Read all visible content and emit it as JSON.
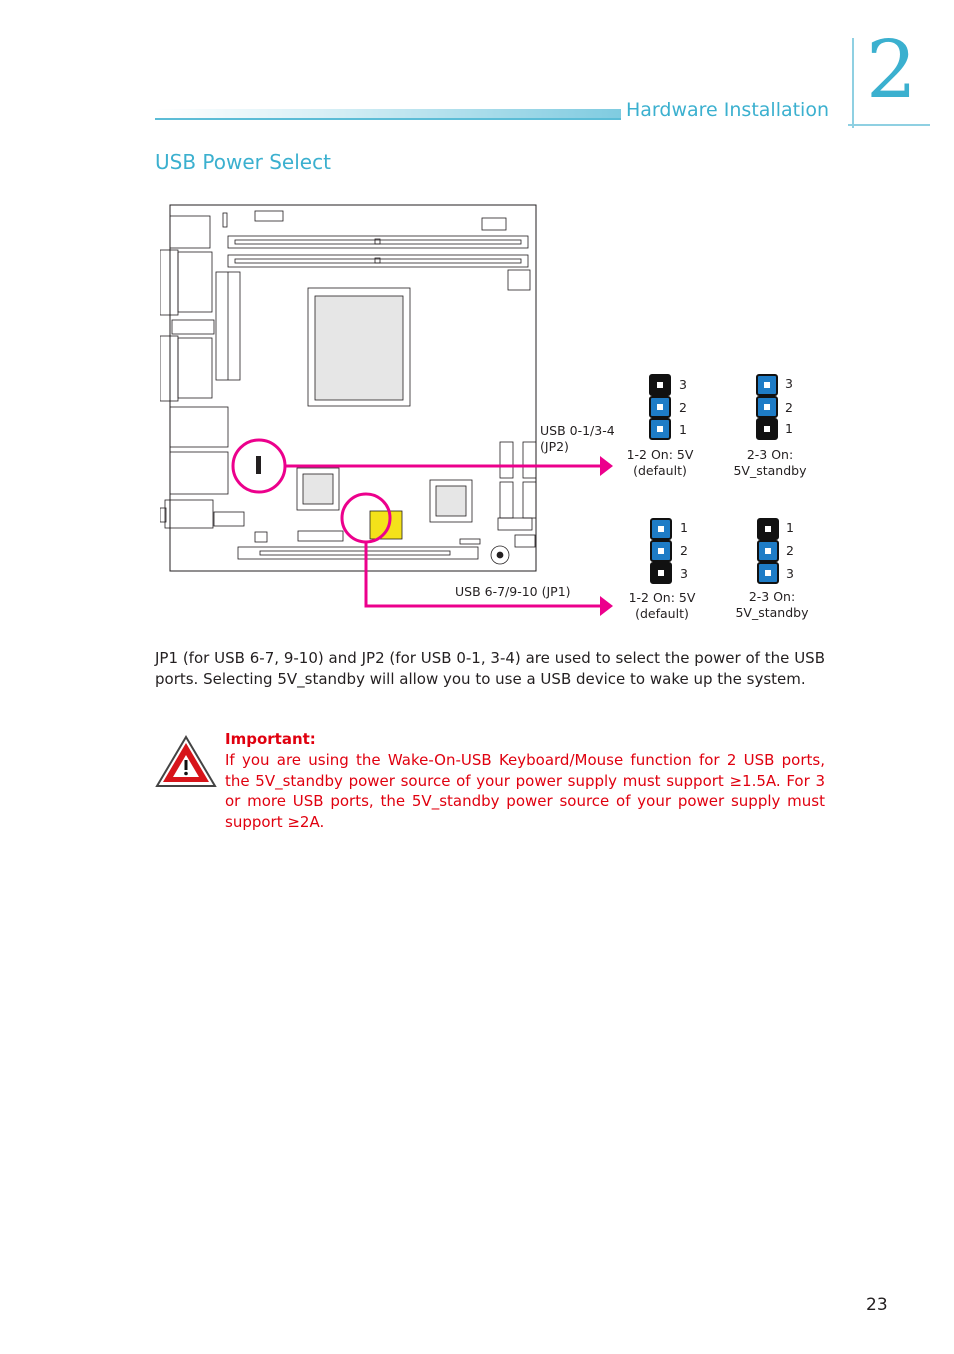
{
  "header": {
    "chapter_title": "Hardware Installation",
    "chapter_number": "2"
  },
  "section": {
    "title": "USB Power Select"
  },
  "diagram": {
    "jp2_label_line1": "USB 0-1/3-4",
    "jp2_label_line2": "(JP2)",
    "jp1_label": "USB 6-7/9-10 (JP1)",
    "highlight_color": "#ec008c",
    "jp2_left": {
      "pins": [
        "3",
        "2",
        "1"
      ],
      "caption1": "1-2 On: 5V",
      "caption2": "(default)"
    },
    "jp2_right": {
      "pins": [
        "3",
        "2",
        "1"
      ],
      "caption1": "2-3 On:",
      "caption2": "5V_standby"
    },
    "jp1_left": {
      "pins": [
        "1",
        "2",
        "3"
      ],
      "caption1": "1-2 On: 5V",
      "caption2": "(default)"
    },
    "jp1_right": {
      "pins": [
        "1",
        "2",
        "3"
      ],
      "caption1": "2-3 On:",
      "caption2": "5V_standby"
    }
  },
  "body": {
    "paragraph": "JP1 (for USB 6-7, 9-10) and JP2 (for USB 0-1, 3-4) are used to select the power of the USB ports. Selecting 5V_standby will allow you to use a USB device to wake up the system."
  },
  "important": {
    "icon": "warning-triangle-icon",
    "title": "Important:",
    "text": "If you are using the Wake-On-USB Keyboard/Mouse function for 2 USB ports, the 5V_standby power source of your power supply must support ≥1.5A. For 3 or more USB ports, the 5V_standby power source of your power supply must support ≥2A."
  },
  "footer": {
    "page_number": "23"
  }
}
